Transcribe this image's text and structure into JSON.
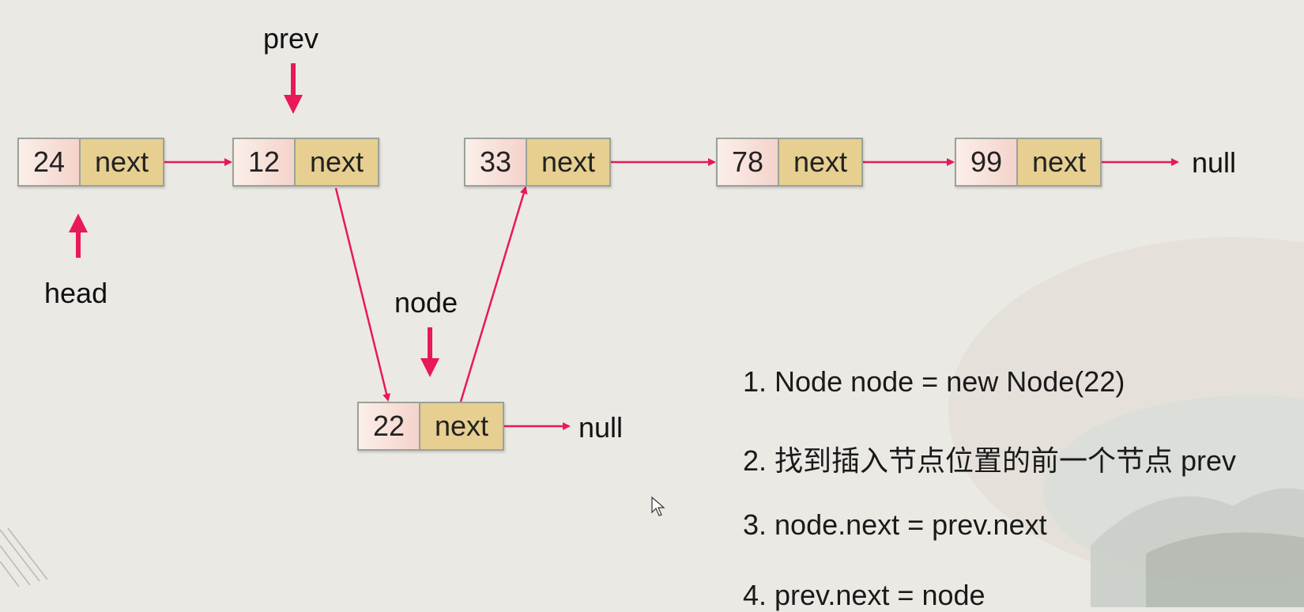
{
  "colors": {
    "arrow": "#e8185a",
    "value_cell": "#f4d3cb",
    "next_cell": "#e6cf90",
    "border": "#9aa29a"
  },
  "nodes": [
    {
      "value": "24",
      "next": "next"
    },
    {
      "value": "12",
      "next": "next"
    },
    {
      "value": "33",
      "next": "next"
    },
    {
      "value": "78",
      "next": "next"
    },
    {
      "value": "99",
      "next": "next"
    },
    {
      "value": "22",
      "next": "next"
    }
  ],
  "labels": {
    "prev": "prev",
    "head": "head",
    "node": "node",
    "null_main": "null",
    "null_node": "null"
  },
  "steps": [
    "1. Node node = new Node(22)",
    "2. 找到插入节点位置的前一个节点 prev",
    "3. node.next = prev.next",
    "4. prev.next = node"
  ]
}
